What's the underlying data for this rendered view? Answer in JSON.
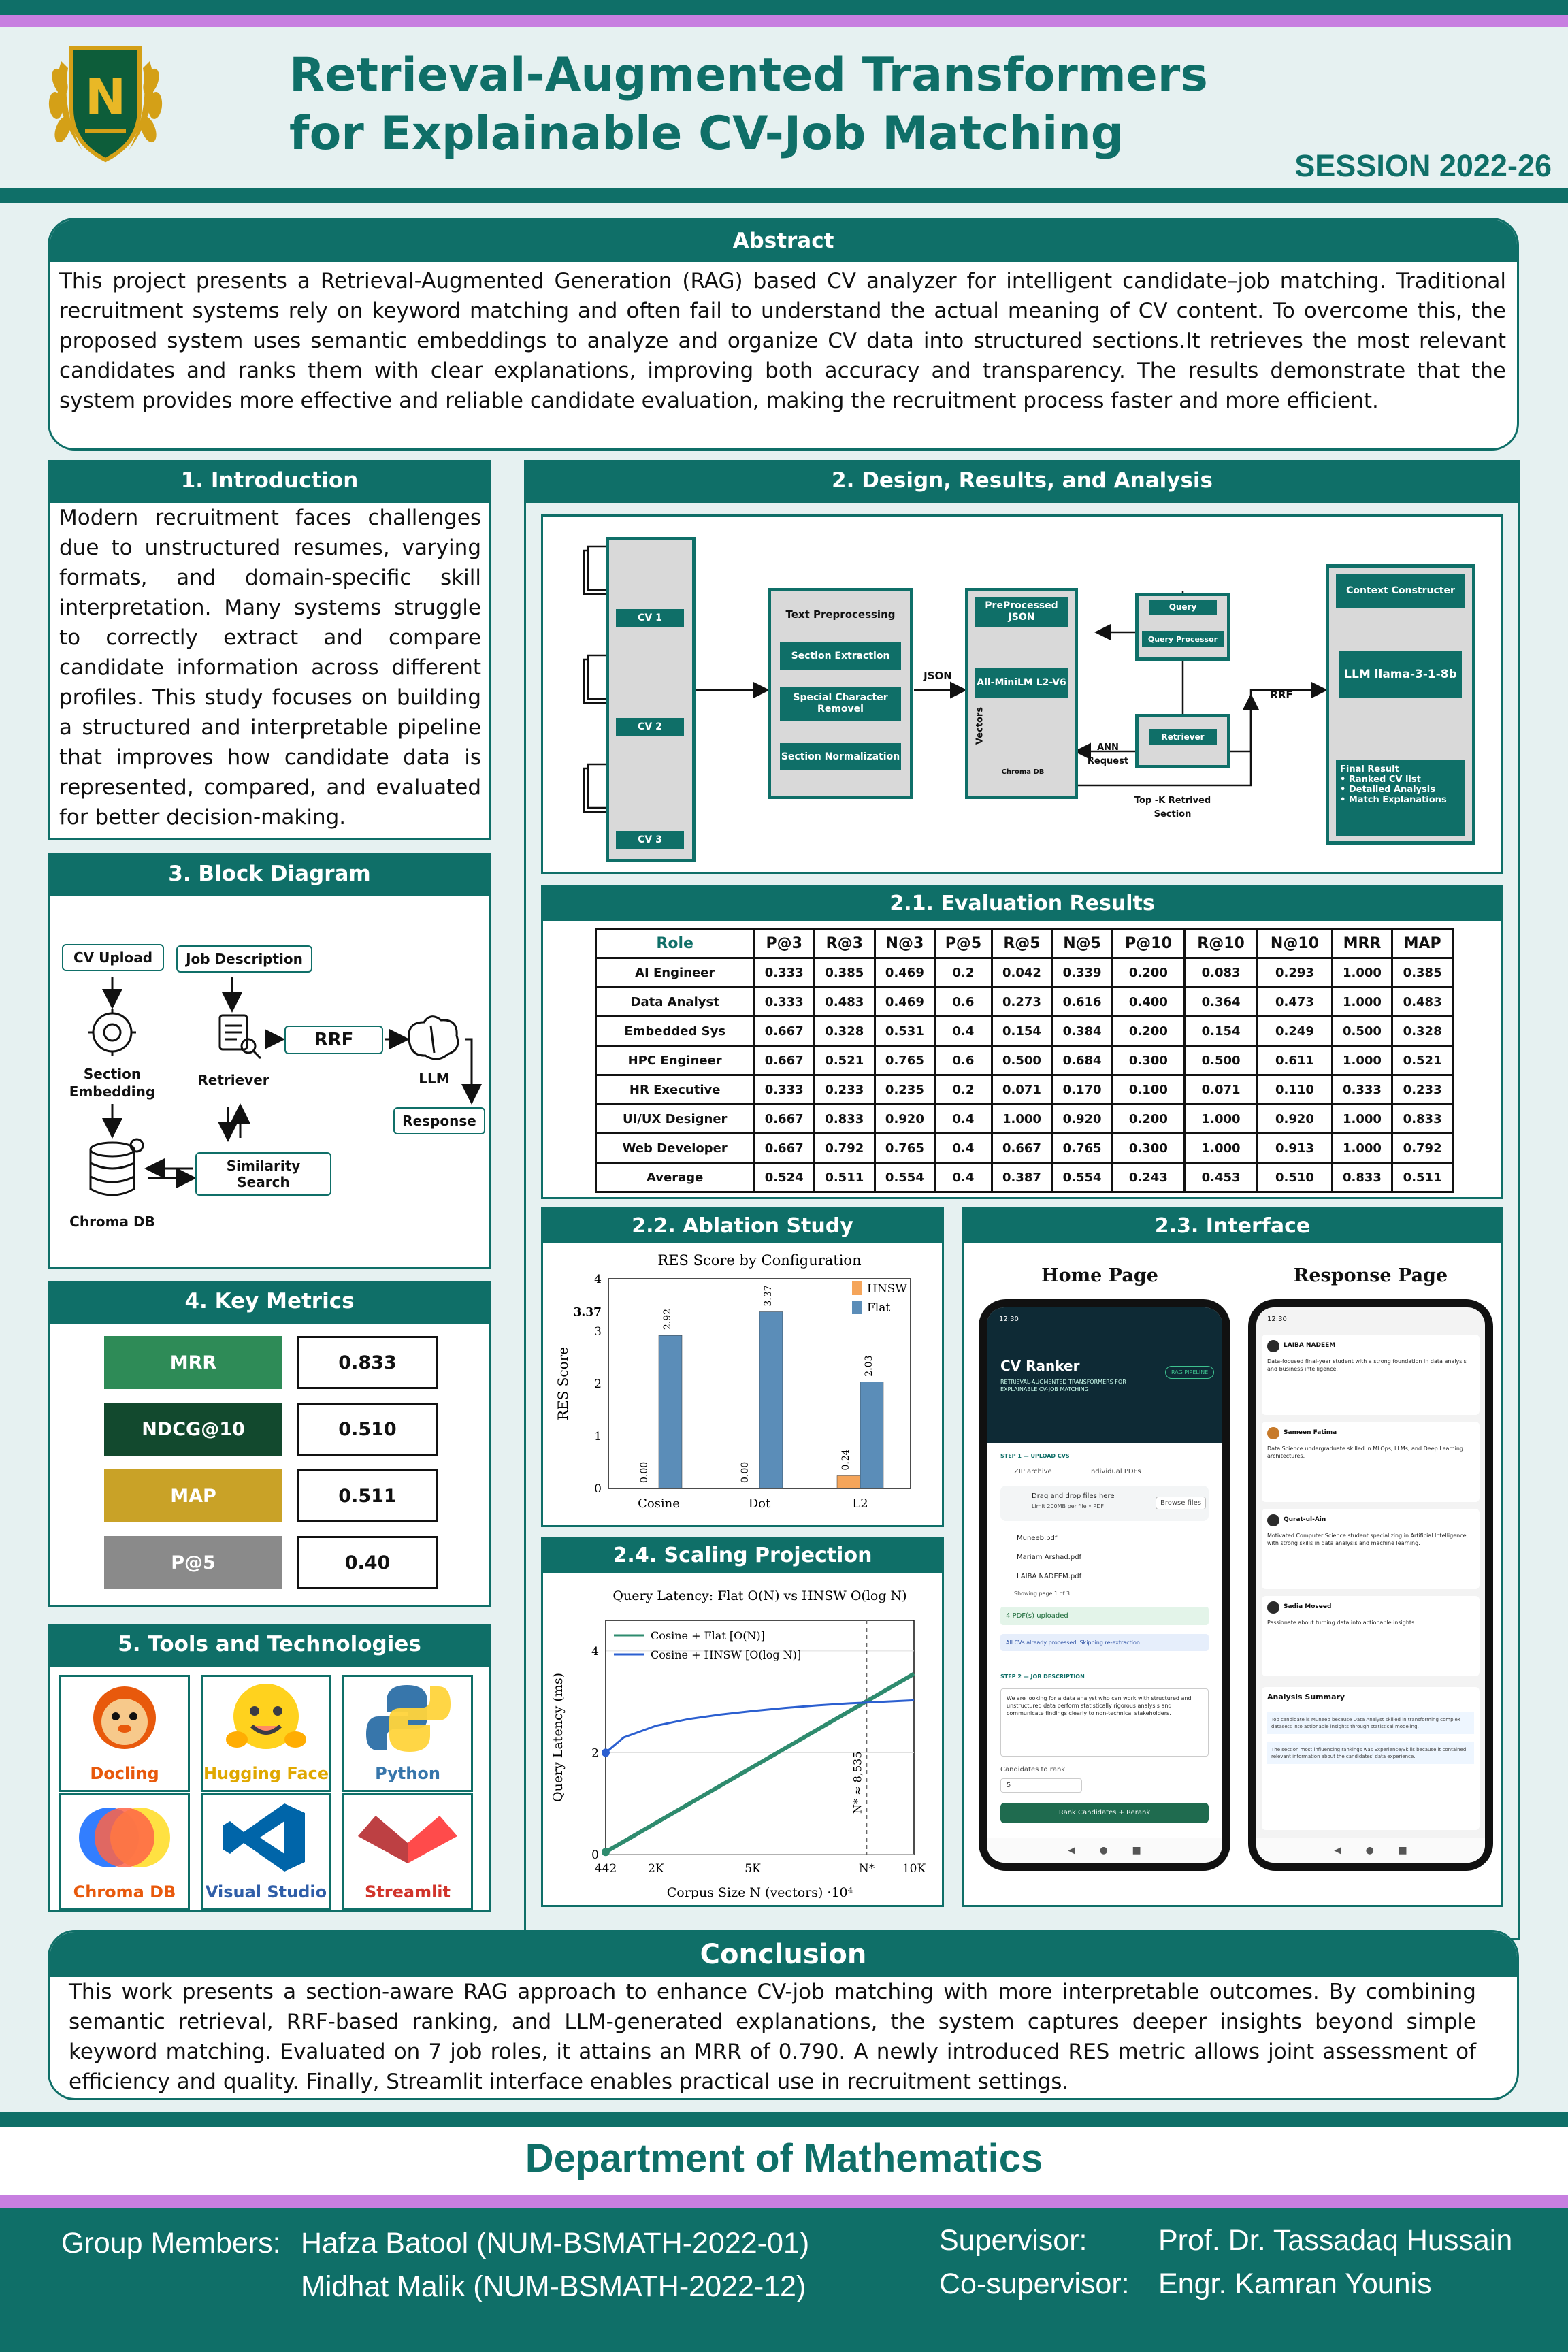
{
  "header": {
    "title_line1": "Retrieval-Augmented Transformers",
    "title_line2": "for Explainable CV-Job Matching",
    "session": "SESSION 2022-26",
    "logo_letter": "N"
  },
  "abstract": {
    "heading": "Abstract",
    "text": "This project presents a Retrieval-Augmented Generation (RAG) based CV analyzer for intelligent candidate–job matching. Traditional recruitment systems rely on keyword matching and often fail to understand the actual meaning of CV content. To overcome this, the proposed system uses semantic embeddings to analyze and organize CV data into structured sections.It retrieves the most relevant candidates and ranks them with clear explanations, improving both accuracy and transparency. The results demonstrate that the system provides more effective and reliable candidate evaluation, making the recruitment process faster and more efficient."
  },
  "introduction": {
    "heading": "1. Introduction",
    "text": "Modern recruitment faces challenges due to unstructured resumes, varying formats, and domain-specific skill interpretation. Many systems struggle to correctly extract and compare candidate information across different profiles. This study focuses on building a structured and interpretable pipeline that improves how candidate data is represented, compared, and evaluated for better decision-making."
  },
  "block_diagram": {
    "heading": "3. Block Diagram",
    "cv_upload": "CV Upload",
    "job_description": "Job Description",
    "section_embedding": "Section Embedding",
    "retriever": "Retriever",
    "rrf": "RRF",
    "llm": "LLM",
    "response": "Response",
    "similarity_search": "Similarity Search",
    "chroma_db": "Chroma DB"
  },
  "key_metrics": {
    "heading": "4. Key Metrics",
    "items": [
      {
        "name": "MRR",
        "value": "0.833",
        "color": "#2e8b57"
      },
      {
        "name": "NDCG@10",
        "value": "0.510",
        "color": "#12492e"
      },
      {
        "name": "MAP",
        "value": "0.511",
        "color": "#c9a227"
      },
      {
        "name": "P@5",
        "value": "0.40",
        "color": "#8a8a8a"
      }
    ]
  },
  "tools": {
    "heading": "5. Tools and Technologies",
    "items": [
      {
        "name": "Docling",
        "color": "#e8590c"
      },
      {
        "name": "Hugging Face",
        "color": "#e0a800"
      },
      {
        "name": "Python",
        "color": "#3776ab"
      },
      {
        "name": "Chroma DB",
        "color": "#e8590c"
      },
      {
        "name": "Visual Studio",
        "color": "#2f5ea8"
      },
      {
        "name": "Streamlit",
        "color": "#d1342b"
      }
    ]
  },
  "design": {
    "heading": "2. Design, Results, and Analysis",
    "pipeline": {
      "cv1": "CV 1",
      "cv2": "CV 2",
      "cv3": "CV 3",
      "text_preprocessing": "Text Preprocessing",
      "section_extraction": "Section Extraction",
      "special_char": "Special Character Removel",
      "section_norm": "Section Normalization",
      "json": "JSON",
      "preprocessed_json": "PreProcessed JSON",
      "minilm": "All-MiniLM L2-V6",
      "vectors": "Vectors",
      "chroma_db": "Chroma DB",
      "query": "Query",
      "query_processor": "Query Processor",
      "retriever": "Retriever",
      "ann_request": "ANN Request",
      "topk": "Top -K Retrived Section",
      "rrf": "RRF",
      "context_constructor": "Context Constructer",
      "llm": "LLM llama-3-1-8b",
      "final_result": "Final Result",
      "final_items": [
        "Ranked CV list",
        "Detailed Analysis",
        "Match Explanations"
      ]
    }
  },
  "evaluation": {
    "heading": "2.1. Evaluation Results",
    "columns": [
      "Role",
      "P@3",
      "R@3",
      "N@3",
      "P@5",
      "R@5",
      "N@5",
      "P@10",
      "R@10",
      "N@10",
      "MRR",
      "MAP"
    ],
    "rows": [
      [
        "AI Engineer",
        "0.333",
        "0.385",
        "0.469",
        "0.2",
        "0.042",
        "0.339",
        "0.200",
        "0.083",
        "0.293",
        "1.000",
        "0.385"
      ],
      [
        "Data Analyst",
        "0.333",
        "0.483",
        "0.469",
        "0.6",
        "0.273",
        "0.616",
        "0.400",
        "0.364",
        "0.473",
        "1.000",
        "0.483"
      ],
      [
        "Embedded Sys",
        "0.667",
        "0.328",
        "0.531",
        "0.4",
        "0.154",
        "0.384",
        "0.200",
        "0.154",
        "0.249",
        "0.500",
        "0.328"
      ],
      [
        "HPC Engineer",
        "0.667",
        "0.521",
        "0.765",
        "0.6",
        "0.500",
        "0.684",
        "0.300",
        "0.500",
        "0.611",
        "1.000",
        "0.521"
      ],
      [
        "HR Executive",
        "0.333",
        "0.233",
        "0.235",
        "0.2",
        "0.071",
        "0.170",
        "0.100",
        "0.071",
        "0.110",
        "0.333",
        "0.233"
      ],
      [
        "UI/UX Designer",
        "0.667",
        "0.833",
        "0.920",
        "0.4",
        "1.000",
        "0.920",
        "0.200",
        "1.000",
        "0.920",
        "1.000",
        "0.833"
      ],
      [
        "Web Developer",
        "0.667",
        "0.792",
        "0.765",
        "0.4",
        "0.667",
        "0.765",
        "0.300",
        "1.000",
        "0.913",
        "1.000",
        "0.792"
      ],
      [
        "Average",
        "0.524",
        "0.511",
        "0.554",
        "0.4",
        "0.387",
        "0.554",
        "0.243",
        "0.453",
        "0.510",
        "0.833",
        "0.511"
      ]
    ]
  },
  "ablation": {
    "heading": "2.2.  Ablation Study"
  },
  "scaling": {
    "heading": "2.4. Scaling Projection"
  },
  "chart_data": [
    {
      "type": "bar",
      "title": "RES Score by Configuration",
      "ylabel": "RES Score",
      "categories": [
        "Cosine",
        "Dot",
        "L2"
      ],
      "series": [
        {
          "name": "HNSW",
          "values": [
            0.0,
            0.0,
            0.24
          ],
          "color": "#f5a55a"
        },
        {
          "name": "Flat",
          "values": [
            2.92,
            3.37,
            2.03
          ],
          "color": "#5b8db8"
        }
      ],
      "ylim": [
        0,
        4
      ],
      "yticks": [
        "0",
        "1",
        "2",
        "3",
        "4"
      ],
      "max_label": "3.37",
      "legend": "top-right"
    },
    {
      "type": "line",
      "title": "Query Latency: Flat O(N) vs HNSW O(log N)",
      "xlabel": "Corpus Size N (vectors) ·10⁴",
      "ylabel": "Query Latency (ms)",
      "xticks": [
        "442",
        "2K",
        "5K",
        "N*",
        "10K"
      ],
      "yticks": [
        "0",
        "2",
        "4"
      ],
      "xlim": [
        442,
        10000
      ],
      "ylim": [
        0,
        4.6
      ],
      "series": [
        {
          "name": "Cosine + Flat [O(N)]",
          "x": [
            442,
            10000
          ],
          "y": [
            0.05,
            3.55
          ],
          "color": "#2e8b6e"
        },
        {
          "name": "Cosine + HNSW [O(log N)]",
          "x": [
            442,
            1000,
            2000,
            3000,
            4000,
            5000,
            6000,
            7000,
            8000,
            9000,
            10000
          ],
          "y": [
            2.0,
            2.3,
            2.53,
            2.66,
            2.75,
            2.82,
            2.88,
            2.93,
            2.97,
            3.0,
            3.03
          ],
          "color": "#2b5fd0"
        }
      ],
      "annotation": "N* ≈ 8,535",
      "crossover_x": 8535,
      "legend": "top-left"
    }
  ],
  "interface": {
    "heading": "2.3. Interface",
    "home_label": "Home Page",
    "response_label": "Response Page",
    "home": {
      "time": "12:30",
      "app_title": "CV Ranker",
      "app_sub": "RETRIEVAL-AUGMENTED TRANSFORMERS FOR EXPLAINABLE CV-JOB MATCHING",
      "pill": "RAG PIPELINE",
      "step1": "STEP 1 — UPLOAD CVS",
      "opt1": "ZIP archive",
      "opt2": "Individual PDFs",
      "drop": "Drag and drop files here",
      "limit": "Limit 200MB per file • PDF",
      "browse": "Browse files",
      "files": [
        "Muneeb.pdf",
        "Mariam Arshad.pdf",
        "LAIBA NADEEM.pdf"
      ],
      "page": "Showing page 1 of 3",
      "uploaded": "4 PDF(s) uploaded",
      "processed": "All CVs already processed. Skipping re-extraction.",
      "step2": "STEP 2 — JOB DESCRIPTION",
      "jd": "We are looking for a data analyst who can work with structured and unstructured data perform statistically rigorous analysis and communicate findings clearly to non-technical stakeholders.",
      "rank_label": "Candidates to rank",
      "rank_val": "5",
      "rank_btn": "Rank Candidates + Rerank"
    },
    "response": {
      "time": "12:30",
      "cards": [
        {
          "name": "LAIBA NADEEM",
          "text": "Data-focused final-year student with a strong foundation in data analysis and business intelligence."
        },
        {
          "name": "Sameen Fatima",
          "text": "Data Science undergraduate skilled in MLOps, LLMs, and Deep Learning architectures."
        },
        {
          "name": "Qurat-ul-Ain",
          "text": "Motivated Computer Science student specializing in Artificial Intelligence, with strong skills in data analysis and machine learning."
        },
        {
          "name": "Sadia Moseed",
          "text": "Passionate about turning data into actionable insights."
        }
      ],
      "summary_title": "Analysis Summary",
      "summary1": "Top candidate is Muneeb because Data Analyst skilled in transforming complex datasets into actionable insights through statistical modeling.",
      "summary2": "The section most influencing rankings was Experience/Skills because it contained relevant information about the candidates' data experience."
    }
  },
  "conclusion": {
    "heading": "Conclusion",
    "text": "This work presents a section-aware RAG approach to enhance CV-job matching with more interpretable outcomes. By combining semantic retrieval, RRF-based ranking, and LLM-generated explanations, the system captures deeper insights beyond simple keyword matching. Evaluated on 7 job roles, it attains an MRR of 0.790. A newly introduced RES metric allows joint assessment of efficiency and quality. Finally, Streamlit interface enables practical use in recruitment settings."
  },
  "footer": {
    "department": "Department of Mathematics",
    "members_label": "Group Members:",
    "member1": "Hafza Batool (NUM-BSMATH-2022-01)",
    "member2": "Midhat Malik (NUM-BSMATH-2022-12)",
    "supervisor_label": "Supervisor:",
    "supervisor": "Prof. Dr. Tassadaq Hussain",
    "cosupervisor_label": "Co-supervisor:",
    "cosupervisor": "Engr. Kamran Younis"
  }
}
